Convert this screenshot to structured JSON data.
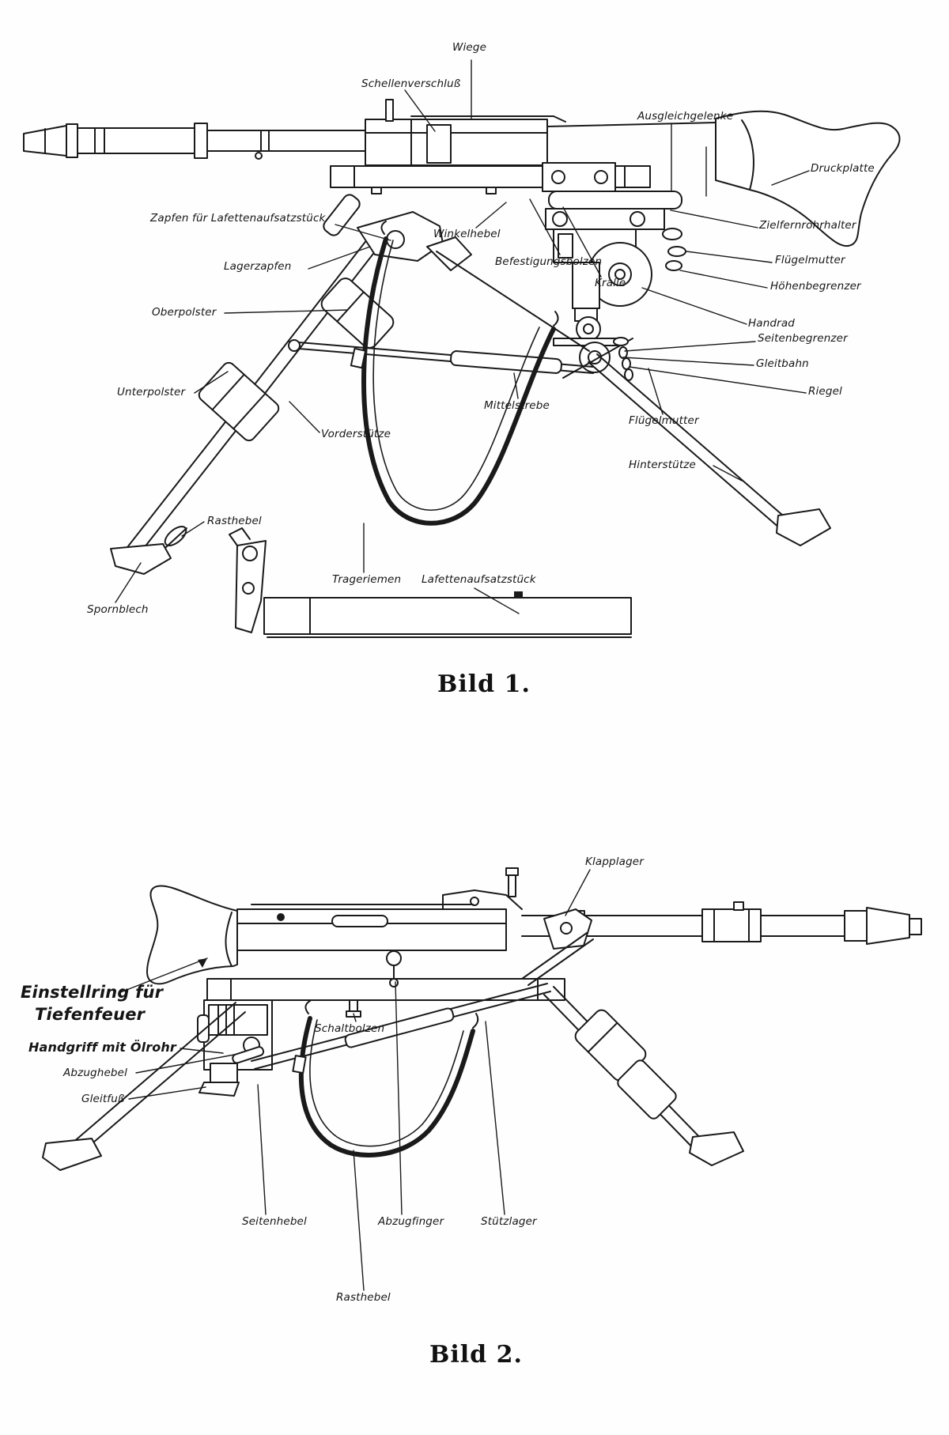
{
  "page": {
    "background": "#fefefe",
    "ink": "#1a1a1a"
  },
  "bild1": {
    "caption": "Bild 1.",
    "labels": {
      "wiege": "Wiege",
      "schellenverschluss": "Schellenverschluß",
      "ausgleichgelenke": "Ausgleichgelenke",
      "druckplatte": "Druckplatte",
      "zapfen_fuer_lafettenaufsatzstueck": "Zapfen für Lafettenaufsatzstück",
      "winkelhebel": "Winkelhebel",
      "befestigungsbolzen": "Befestigungsbolzen",
      "zielfernrohrhalter": "Zielfernrohrhalter",
      "lagerzapfen": "Lagerzapfen",
      "kralle": "Kralle",
      "fluegelmutter_rechts": "Flügelmutter",
      "hoehenbegrenzer": "Höhenbegrenzer",
      "oberpolster": "Oberpolster",
      "handrad": "Handrad",
      "seitenbegrenzer": "Seitenbegrenzer",
      "gleitbahn": "Gleitbahn",
      "unterpolster": "Unterpolster",
      "riegel": "Riegel",
      "mittelstrebe": "Mittelstrebe",
      "fluegelmutter_mitte": "Flügelmutter",
      "vorderstuetze": "Vorderstütze",
      "hinterstuetze": "Hinterstütze",
      "rasthebel": "Rasthebel",
      "trageriemen": "Trageriemen",
      "lafettenaufsatzstueck": "Lafettenaufsatzstück",
      "spornblech": "Spornblech"
    }
  },
  "bild2": {
    "caption": "Bild 2.",
    "labels": {
      "klapplager": "Klapplager",
      "einstellring_line1": "Einstellring für",
      "einstellring_line2": "Tiefenfeuer",
      "handgriff_mit_oelrohr": "Handgriff mit Ölrohr",
      "abzughebel": "Abzughebel",
      "gleitfuss": "Gleitfuß",
      "schaltbolzen": "Schaltbolzen",
      "seitenhebel": "Seitenhebel",
      "abzugfinger": "Abzugfinger",
      "stuetzlager": "Stützlager",
      "rasthebel": "Rasthebel"
    }
  }
}
